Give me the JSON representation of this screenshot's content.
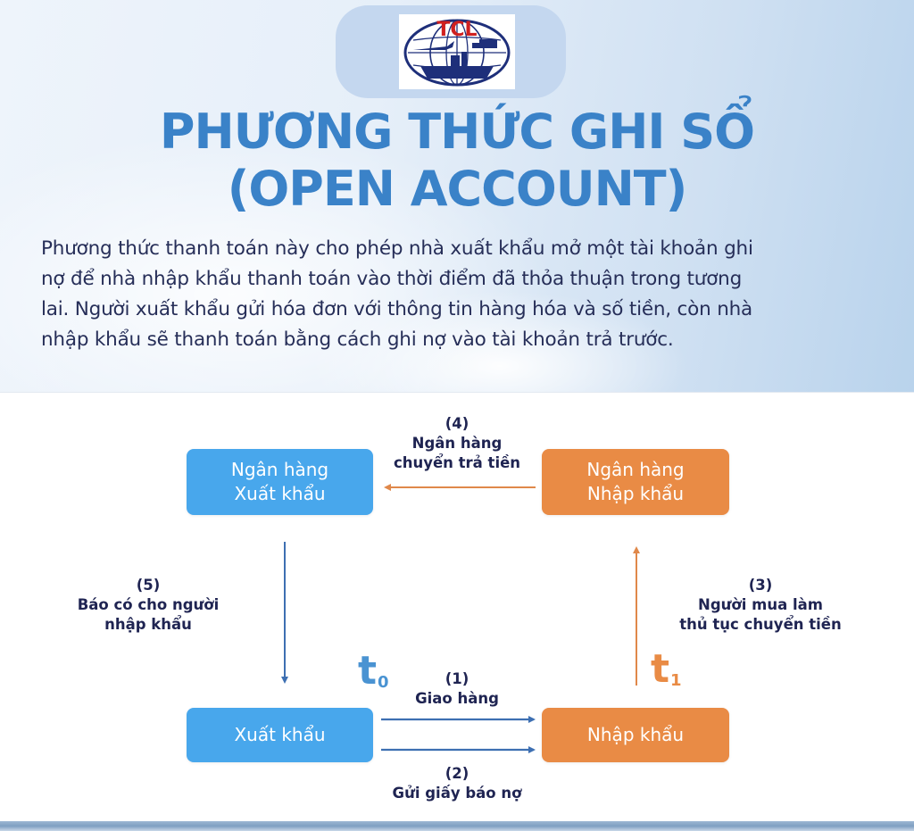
{
  "logo": {
    "text": "TCL",
    "alt": "TCL logistics logo (globe with plane, truck and ship)",
    "colors": {
      "text": "#d0201f",
      "globe": "#1e2f7a"
    }
  },
  "title": {
    "line1": "PHƯƠNG THỨC GHI SỔ",
    "line2": "(OPEN ACCOUNT)",
    "color": "#3a82c8"
  },
  "intro": {
    "lines": [
      "Phương thức thanh toán này cho phép nhà xuất khẩu mở một tài khoản ghi",
      "nợ để nhà nhập khẩu thanh toán vào thời điểm đã thỏa thuận trong tương",
      "lai. Người xuất khẩu gửi hóa đơn với thông tin hàng hóa và số tiền, còn nhà",
      "nhập khẩu sẽ thanh toán bằng cách ghi nợ vào tài khoản trả trước."
    ]
  },
  "diagram": {
    "colors": {
      "exporter_side": "#48a7ec",
      "importer_side": "#e98b45",
      "text": "#1f2452"
    },
    "nodes": {
      "exporter_bank": {
        "line1": "Ngân hàng",
        "line2": "Xuất khẩu"
      },
      "importer_bank": {
        "line1": "Ngân hàng",
        "line2": "Nhập khẩu"
      },
      "exporter": {
        "label": "Xuất khẩu"
      },
      "importer": {
        "label": "Nhập khẩu"
      }
    },
    "steps": [
      {
        "num": "(1)",
        "lines": [
          "Giao hàng"
        ],
        "from": "exporter",
        "to": "importer"
      },
      {
        "num": "(2)",
        "lines": [
          "Gửi giấy báo nợ"
        ],
        "from": "exporter",
        "to": "importer"
      },
      {
        "num": "(3)",
        "lines": [
          "Người mua làm",
          "thủ tục chuyển tiền"
        ],
        "from": "importer",
        "to": "importer_bank"
      },
      {
        "num": "(4)",
        "lines": [
          "Ngân hàng",
          "chuyển trả tiền"
        ],
        "from": "importer_bank",
        "to": "exporter_bank"
      },
      {
        "num": "(5)",
        "lines": [
          "Báo có cho người",
          "nhập khẩu"
        ],
        "from": "exporter_bank",
        "to": "exporter"
      }
    ],
    "time_marks": {
      "t0": {
        "base": "t",
        "sub": "0"
      },
      "t1": {
        "base": "t",
        "sub": "1"
      }
    }
  }
}
